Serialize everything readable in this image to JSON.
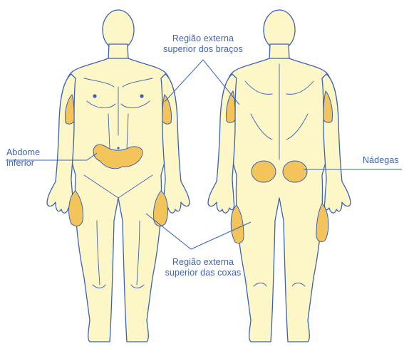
{
  "labels": {
    "arms": {
      "line1": "Região externa",
      "line2": "superior dos braços"
    },
    "abdomen": {
      "line1": "Abdome",
      "line2": "inferior"
    },
    "glutes": {
      "line1": "Nádegas"
    },
    "thighs": {
      "line1": "Região externa",
      "line2": "superior das coxas"
    }
  },
  "colors": {
    "body_fill": "#fdf6c6",
    "outline": "#3a62b8",
    "injection_site": "#f3c45a",
    "label_text": "#3f63b5"
  }
}
